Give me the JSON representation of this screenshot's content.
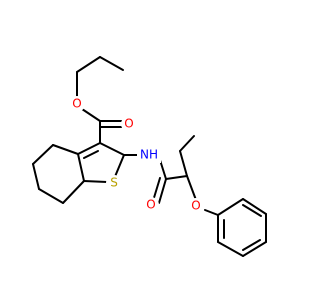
{
  "molecule": {
    "atom_labels": {
      "o_ester_single": "O",
      "o_ester_carbonyl": "O",
      "nh": "NH",
      "s": "S",
      "o_amide": "O",
      "o_ether": "O"
    },
    "colors": {
      "bond": "#000000",
      "oxygen": "#ff0000",
      "nitrogen": "#0000ff",
      "sulfur": "#b8a000",
      "background": "#ffffff"
    }
  }
}
